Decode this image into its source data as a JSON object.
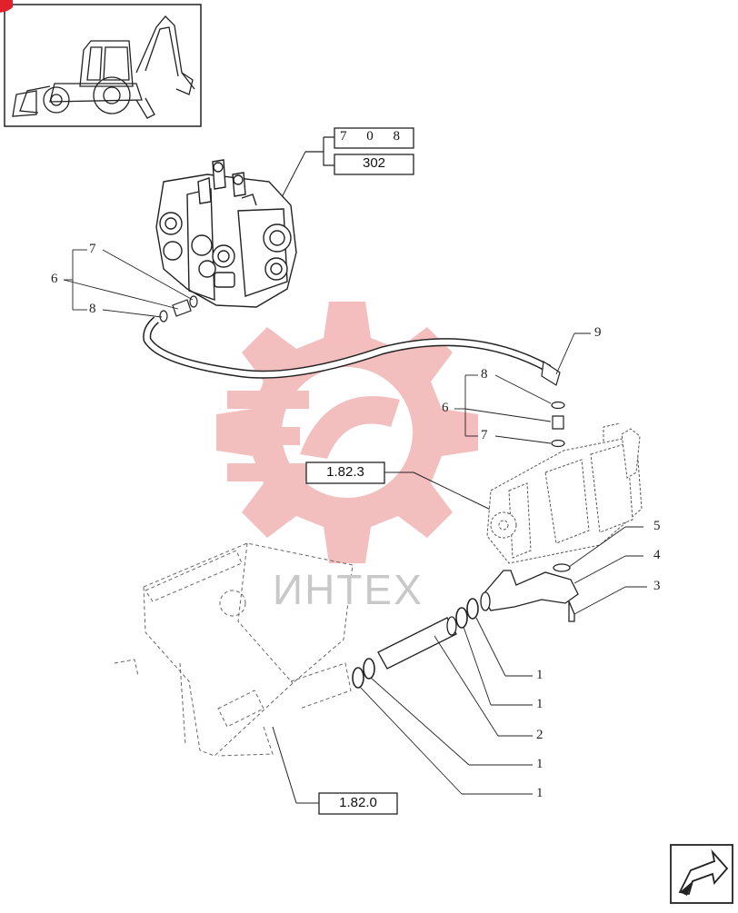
{
  "ref_boxes": {
    "group_top": "7 0 8",
    "group_bottom": "302",
    "pump_ref": "1.82.3",
    "tank_ref": "1.82.0"
  },
  "callouts": {
    "c7_left": "7",
    "c6_left": "6",
    "c8_left": "8",
    "c9": "9",
    "c8_right": "8",
    "c6_right": "6",
    "c7_right": "7",
    "c5": "5",
    "c4": "4",
    "c3": "3",
    "c1_a": "1",
    "c1_b": "1",
    "c2": "2",
    "c1_c": "1",
    "c1_d": "1"
  },
  "watermark": {
    "text": "ИНТЕХ"
  },
  "colors": {
    "watermark_logo": "#f2a9a9",
    "line": "#222222",
    "dashed": "#666666"
  },
  "icons": {
    "thumbnail": "backhoe-loader-icon",
    "nav": "next-page-arrow-icon"
  }
}
